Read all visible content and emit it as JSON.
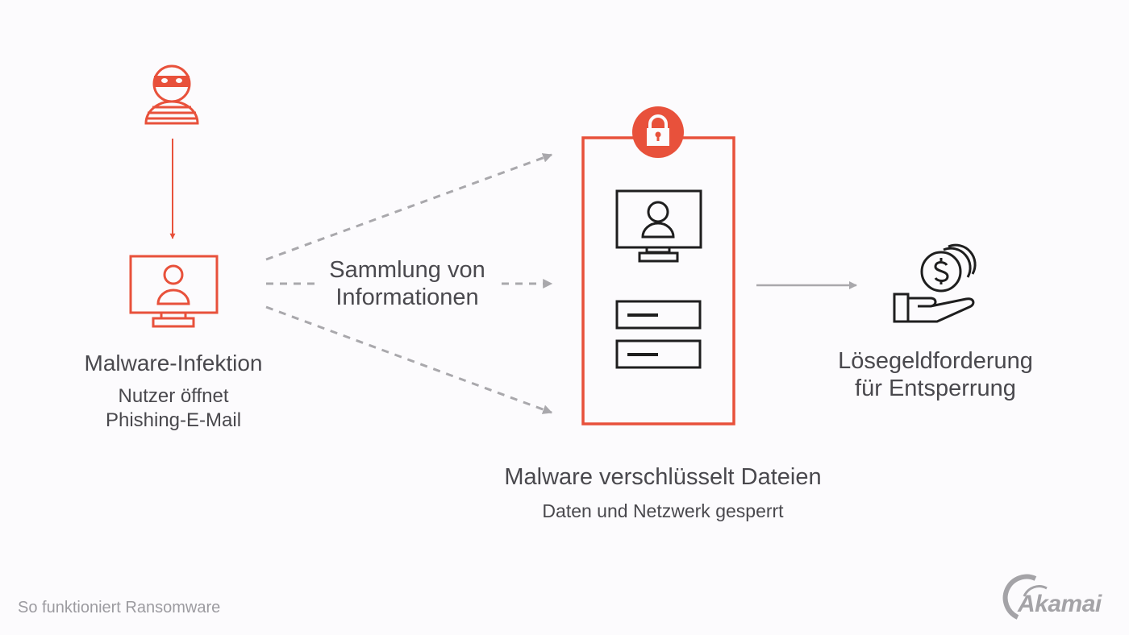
{
  "diagram": {
    "colors": {
      "accent": "#e8513b",
      "icon_dark": "#1e1e1e",
      "arrow_gray": "#a9a8ac",
      "text": "#49484d",
      "footer_text": "#9c9ba0",
      "background": "#fcfbfd"
    },
    "stage1": {
      "icon_top": "hacker-icon",
      "icon_bottom": "infected-computer-icon",
      "title": "Malware-Infektion",
      "subtitle_line1": "Nutzer öffnet",
      "subtitle_line2": "Phishing-E-Mail"
    },
    "connector": {
      "label_line1": "Sammlung von",
      "label_line2": "Informationen"
    },
    "stage2": {
      "badge_icon": "lock-icon",
      "icons": [
        "computer-user-icon",
        "server-icon",
        "server-icon"
      ],
      "title": "Malware verschlüsselt Dateien",
      "subtitle": "Daten und Netzwerk gesperrt"
    },
    "stage3": {
      "icon": "money-hand-icon",
      "title_line1": "Lösegeldforderung",
      "title_line2": "für Entsperrung"
    },
    "footer": {
      "caption": "So funktioniert Ransomware",
      "logo_text": "Akamai"
    }
  }
}
